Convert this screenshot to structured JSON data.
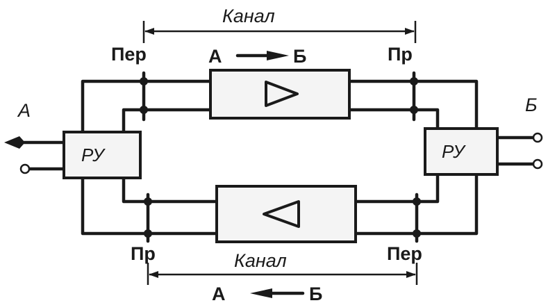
{
  "top_channel": {
    "label": "Канал",
    "direction_left": "А",
    "direction_right": "Б",
    "left_end_label": "Пер",
    "right_end_label": "Пр"
  },
  "bottom_channel": {
    "label": "Канал",
    "direction_left": "А",
    "direction_right": "Б",
    "left_end_label": "Пр",
    "right_end_label": "Пер"
  },
  "side_a": {
    "label": "А",
    "unit": "РУ"
  },
  "side_b": {
    "label": "Б",
    "unit": "РУ"
  }
}
